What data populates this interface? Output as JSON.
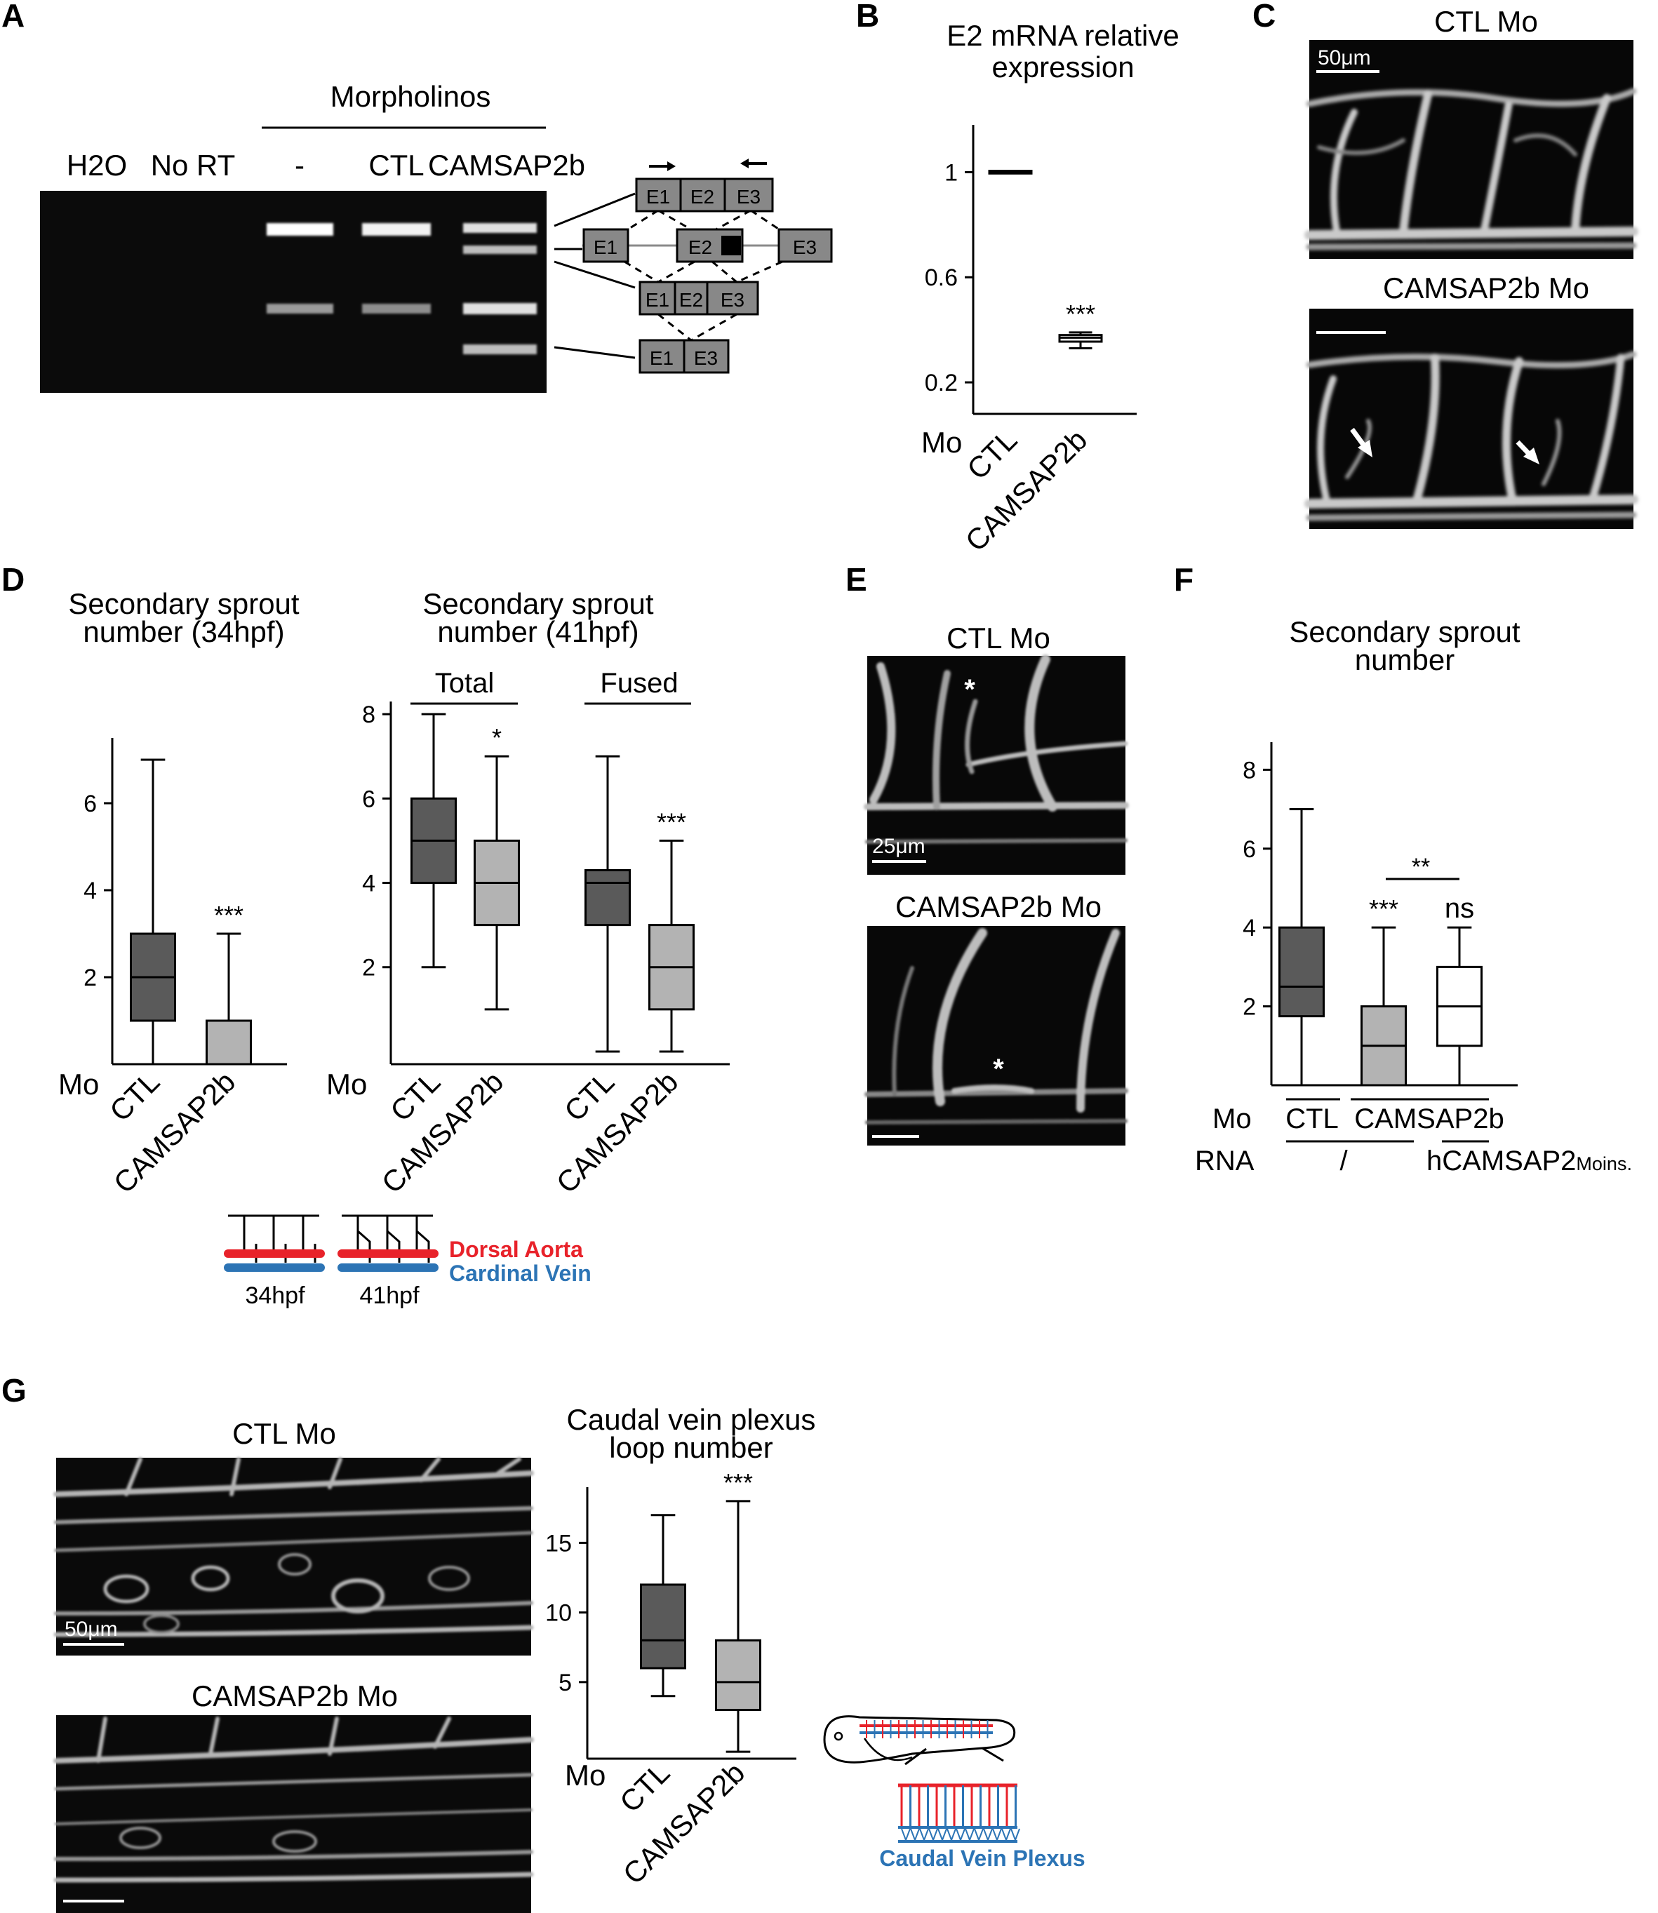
{
  "panels": {
    "A": {
      "label": "A",
      "group_label": "Morpholinos",
      "lanes": [
        "H2O",
        "No RT",
        "-",
        "CTL",
        "CAMSAP2b"
      ],
      "exons": [
        "E1",
        "E2",
        "E3"
      ]
    },
    "B": {
      "label": "B",
      "title": [
        "E2 mRNA relative",
        "expression"
      ]
    },
    "C": {
      "label": "C",
      "img1": "CTL Mo",
      "img2": "CAMSAP2b Mo",
      "scale": "50μm"
    },
    "D": {
      "label": "D",
      "title1": [
        "Secondary sprout",
        "number (34hpf)"
      ],
      "title2": [
        "Secondary sprout",
        "number (41hpf)"
      ],
      "group_total": "Total",
      "group_fused": "Fused",
      "schematic": {
        "time1": "34hpf",
        "time2": "41hpf",
        "aorta": "Dorsal Aorta",
        "vein": "Cardinal Vein"
      }
    },
    "E": {
      "label": "E",
      "img1": "CTL Mo",
      "img2": "CAMSAP2b Mo",
      "scale": "25μm",
      "marker": "*"
    },
    "F": {
      "label": "F",
      "title": [
        "Secondary sprout",
        "number"
      ],
      "row_mo": "Mo",
      "mo_ctl": "CTL",
      "mo_camsap": "CAMSAP2b",
      "row_rna": "RNA",
      "rna_none": "/",
      "rna_rescue": "hCAMSAP2",
      "rna_rescue_sub": "Moins.",
      "bracket_sig": "**"
    },
    "G": {
      "label": "G",
      "img1": "CTL Mo",
      "img2": "CAMSAP2b Mo",
      "scale": "50μm",
      "title": [
        "Caudal vein plexus",
        "loop number"
      ],
      "schematic_label": "Caudal Vein Plexus"
    }
  },
  "colors": {
    "ctl": "#5a5a5a",
    "camsap": "#b3b3b3",
    "rescue": "#ffffff",
    "aorta": "#e8222a",
    "vein": "#2c74b5"
  },
  "chart_data": [
    {
      "id": "B",
      "type": "box",
      "title": "E2 mRNA relative expression",
      "ylabel": "",
      "xlabel": "Mo",
      "ylim": [
        0.08,
        1.18
      ],
      "yticks": [
        0.2,
        0.6,
        1
      ],
      "categories": [
        "CTL",
        "CAMSAP2b"
      ],
      "boxes": [
        {
          "name": "CTL",
          "min": 1.0,
          "q1": 0.995,
          "median": 1.0,
          "q3": 1.005,
          "max": 1.0,
          "sig": "",
          "color": "#5a5a5a"
        },
        {
          "name": "CAMSAP2b",
          "min": 0.33,
          "q1": 0.355,
          "median": 0.37,
          "q3": 0.38,
          "max": 0.39,
          "sig": "***",
          "color": "#ffffff"
        }
      ]
    },
    {
      "id": "D1",
      "type": "box",
      "title": "Secondary sprout number (34hpf)",
      "xlabel": "Mo",
      "ylim": [
        0,
        7.5
      ],
      "yticks": [
        2,
        4,
        6
      ],
      "categories": [
        "CTL",
        "CAMSAP2b"
      ],
      "boxes": [
        {
          "name": "CTL",
          "min": 0,
          "q1": 1,
          "median": 2,
          "q3": 3,
          "max": 7,
          "sig": "",
          "color": "#5a5a5a"
        },
        {
          "name": "CAMSAP2b",
          "min": 0,
          "q1": 0,
          "median": 0,
          "q3": 1,
          "max": 3,
          "sig": "***",
          "color": "#b3b3b3"
        }
      ]
    },
    {
      "id": "D2",
      "type": "box",
      "title": "Secondary sprout number (41hpf)",
      "xlabel": "Mo",
      "ylim": [
        -0.3,
        8.3
      ],
      "yticks": [
        2,
        4,
        6,
        8
      ],
      "groups": [
        "Total",
        "Fused"
      ],
      "categories": [
        "CTL",
        "CAMSAP2b",
        "CTL",
        "CAMSAP2b"
      ],
      "boxes": [
        {
          "name": "CTL",
          "group": "Total",
          "min": 2,
          "q1": 4,
          "median": 5,
          "q3": 6,
          "max": 8,
          "sig": "",
          "color": "#5a5a5a"
        },
        {
          "name": "CAMSAP2b",
          "group": "Total",
          "min": 1,
          "q1": 3,
          "median": 4,
          "q3": 5,
          "max": 7,
          "sig": "*",
          "color": "#b3b3b3"
        },
        {
          "name": "CTL",
          "group": "Fused",
          "min": 0,
          "q1": 3,
          "median": 4,
          "q3": 4.3,
          "max": 7,
          "sig": "",
          "color": "#5a5a5a"
        },
        {
          "name": "CAMSAP2b",
          "group": "Fused",
          "min": 0,
          "q1": 1,
          "median": 2,
          "q3": 3,
          "max": 5,
          "sig": "***",
          "color": "#b3b3b3"
        }
      ]
    },
    {
      "id": "F",
      "type": "box",
      "title": "Secondary sprout number",
      "xlabel": "Mo",
      "ylim": [
        0,
        8.7
      ],
      "yticks": [
        2,
        4,
        6,
        8
      ],
      "categories": [
        "CTL",
        "CAMSAP2b",
        "CAMSAP2b + hCAMSAP2"
      ],
      "boxes": [
        {
          "name": "CTL",
          "min": 0,
          "q1": 1.75,
          "median": 2.5,
          "q3": 4,
          "max": 7,
          "sig": "",
          "color": "#5a5a5a"
        },
        {
          "name": "CAMSAP2b",
          "min": 0,
          "q1": 0,
          "median": 1,
          "q3": 2,
          "max": 4,
          "sig": "***",
          "color": "#b3b3b3"
        },
        {
          "name": "CAMSAP2b + hCAMSAP2",
          "min": 0,
          "q1": 1,
          "median": 2,
          "q3": 3,
          "max": 4,
          "sig": "ns",
          "color": "#ffffff"
        }
      ]
    },
    {
      "id": "G",
      "type": "box",
      "title": "Caudal vein plexus loop number",
      "xlabel": "Mo",
      "ylim": [
        -0.5,
        19
      ],
      "yticks": [
        5,
        10,
        15
      ],
      "categories": [
        "CTL",
        "CAMSAP2b"
      ],
      "boxes": [
        {
          "name": "CTL",
          "min": 4,
          "q1": 6,
          "median": 8,
          "q3": 12,
          "max": 17,
          "sig": "",
          "color": "#5a5a5a"
        },
        {
          "name": "CAMSAP2b",
          "min": 0,
          "q1": 3,
          "median": 5,
          "q3": 8,
          "max": 18,
          "sig": "***",
          "color": "#b3b3b3"
        }
      ]
    }
  ]
}
